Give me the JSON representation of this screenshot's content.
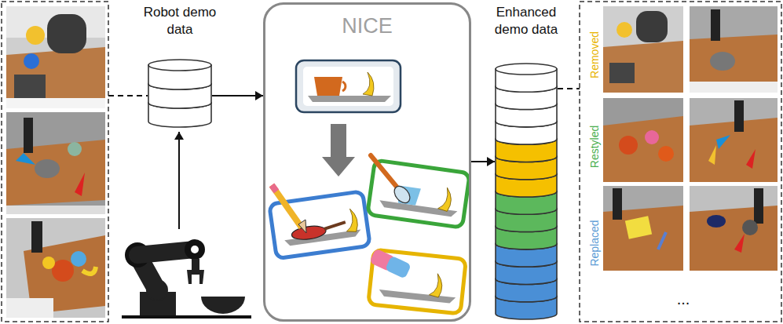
{
  "diagram": {
    "nodes": [
      {
        "text": [
          "Robot demo data"
        ]
      },
      {
        "text": [
          "NICE"
        ]
      },
      {
        "text": [
          "Enhanced demo data"
        ]
      },
      {
        "text": [
          "Removed",
          "Restyled",
          "Replaced",
          "..."
        ]
      }
    ],
    "edges": [
      {
        "from": 0,
        "to": 1,
        "arrow": "to"
      },
      {
        "from": 1,
        "to": 2,
        "arrow": "to"
      },
      {
        "from": 2,
        "to": 3,
        "arrow": "none"
      }
    ]
  }
}
